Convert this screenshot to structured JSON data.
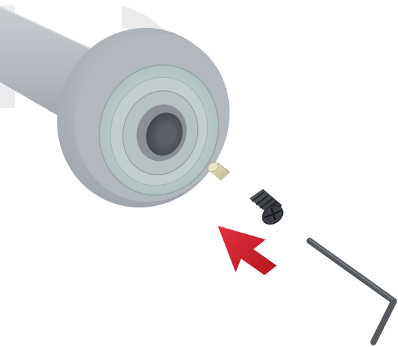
{
  "scene": {
    "type": "assembly-instruction-illustration",
    "parts": [
      {
        "name": "knob-housing",
        "color": "#b9bec4"
      },
      {
        "name": "bearing-ring",
        "color": "#c9d9d6"
      },
      {
        "name": "set-pin",
        "color": "#dcd9b6"
      },
      {
        "name": "screw",
        "color": "#3f4246"
      },
      {
        "name": "hex-key",
        "color": "#55595e"
      }
    ],
    "arrow": {
      "icon": "arrow-insert-icon",
      "direction": "up-left",
      "color": "#d6222f"
    },
    "background_mark": {
      "color": "#ececee"
    }
  }
}
